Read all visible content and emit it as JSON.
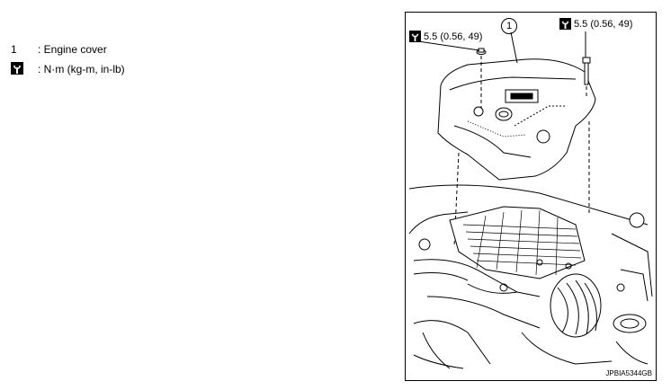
{
  "legend": {
    "items": [
      {
        "key": "1",
        "text": ": Engine cover"
      },
      {
        "key_icon": "torque-wrench-icon",
        "text": ": N·m (kg-m, in-lb)"
      }
    ]
  },
  "figure": {
    "callouts": {
      "left_torque": "5.5 (0.56, 49)",
      "right_torque": "5.5 (0.56, 49)",
      "part_number": "1"
    },
    "figure_code": "JPBIA5344GB"
  }
}
